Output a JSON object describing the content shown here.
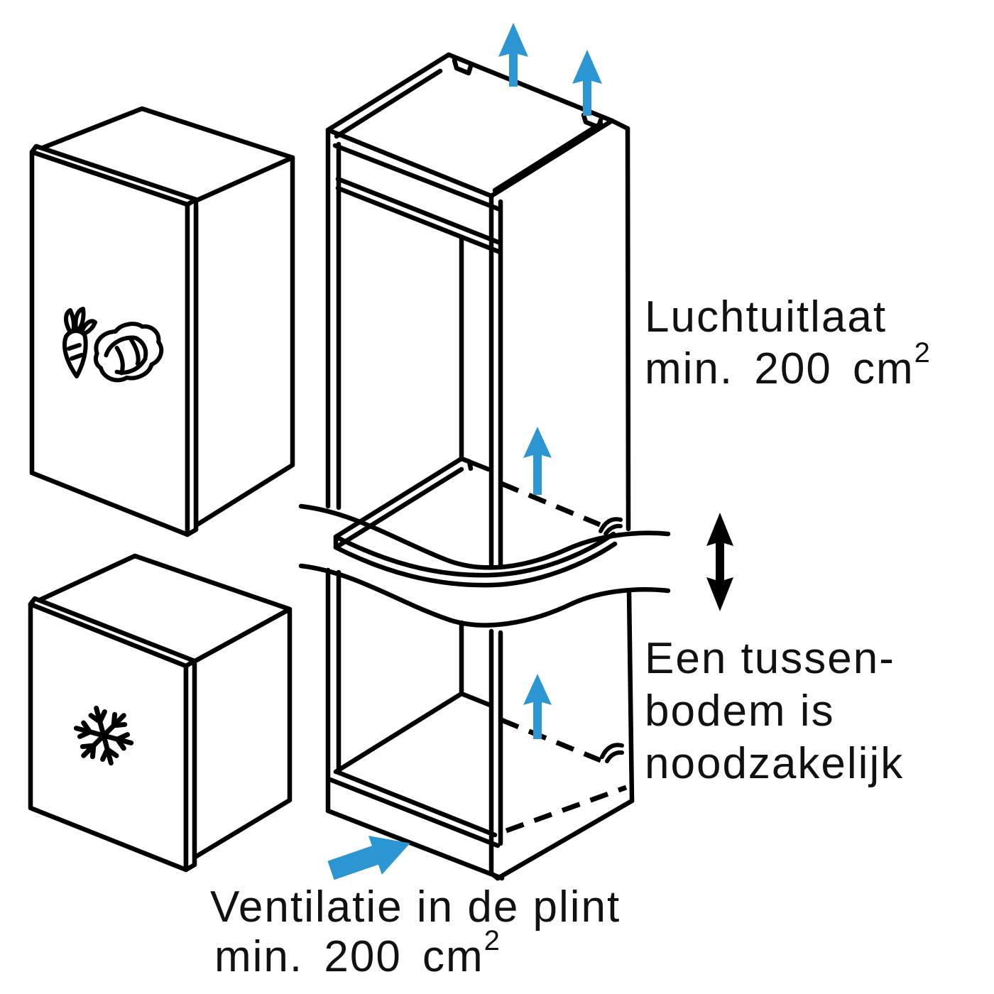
{
  "diagram": {
    "air_outlet": {
      "line1": "Luchtuitlaat",
      "line2": "min. 200 cm",
      "sup": "2"
    },
    "shelf_note": {
      "line1": "Een tussen-",
      "line2": "bodem is",
      "line3": "noodzakelijk"
    },
    "plinth_note": {
      "line1": "Ventilatie in de plint",
      "line2": "min. 200 cm",
      "sup": "2"
    }
  },
  "colors": {
    "arrow_blue": "#2B96D1",
    "line_black": "#000000",
    "background": "#FFFFFF"
  },
  "icons": {
    "fridge_door": [
      "carrot-icon",
      "cabbage-icon"
    ],
    "freezer_door": [
      "snowflake-icon"
    ],
    "airflow": "blue-up-arrow",
    "height_adjust": "black-double-arrow",
    "plinth_airflow": "thick-blue-arrow"
  }
}
